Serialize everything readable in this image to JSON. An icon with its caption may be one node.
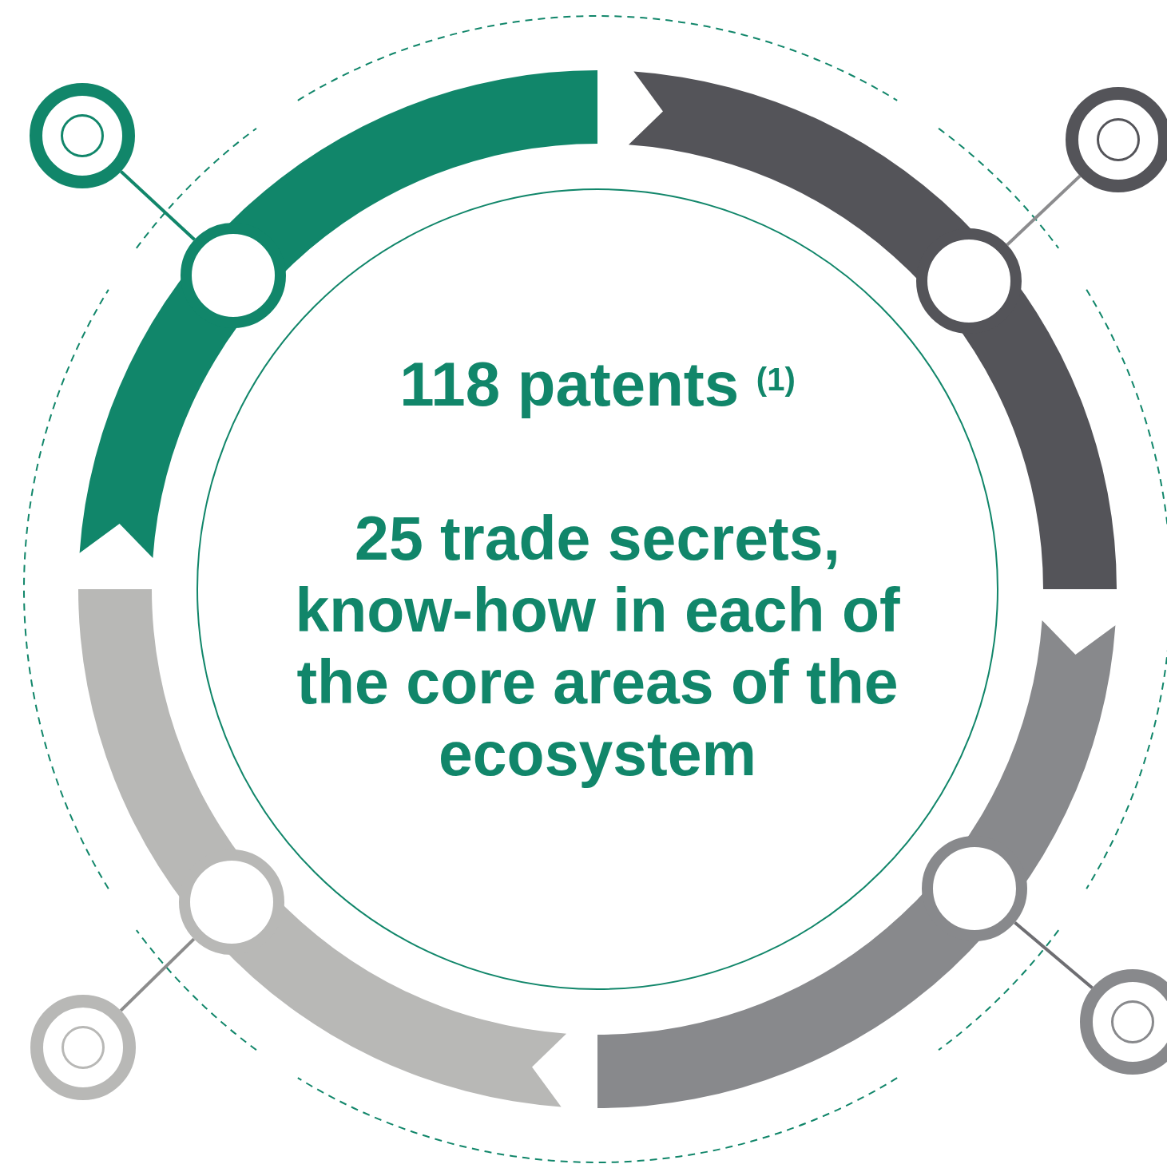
{
  "diagram": {
    "nodes": [
      {
        "text": [
          "118 patents $^{(1)}$",
          "25 trade secrets, know-how in each of the core areas of the ecosystem"
        ]
      },
      {
        "text": [],
        "shape": "circle"
      },
      {
        "text": [],
        "shape": "circle"
      },
      {
        "text": [],
        "shape": "circle"
      },
      {
        "text": [],
        "shape": "circle"
      },
      {
        "text": [],
        "shape": "circle"
      },
      {
        "text": [],
        "shape": "circle"
      },
      {
        "text": [],
        "shape": "circle"
      },
      {
        "text": [],
        "shape": "circle"
      }
    ],
    "edges": [
      {
        "from": 1,
        "to": 2,
        "arrow": "none",
        "color": "#11866a"
      },
      {
        "from": 3,
        "to": 4,
        "arrow": "none",
        "color": "#8c8c8e"
      },
      {
        "from": 5,
        "to": 6,
        "arrow": "none",
        "color": "#6e6e72"
      },
      {
        "from": 7,
        "to": 8,
        "arrow": "none",
        "color": "#8c8c8c"
      }
    ]
  }
}
